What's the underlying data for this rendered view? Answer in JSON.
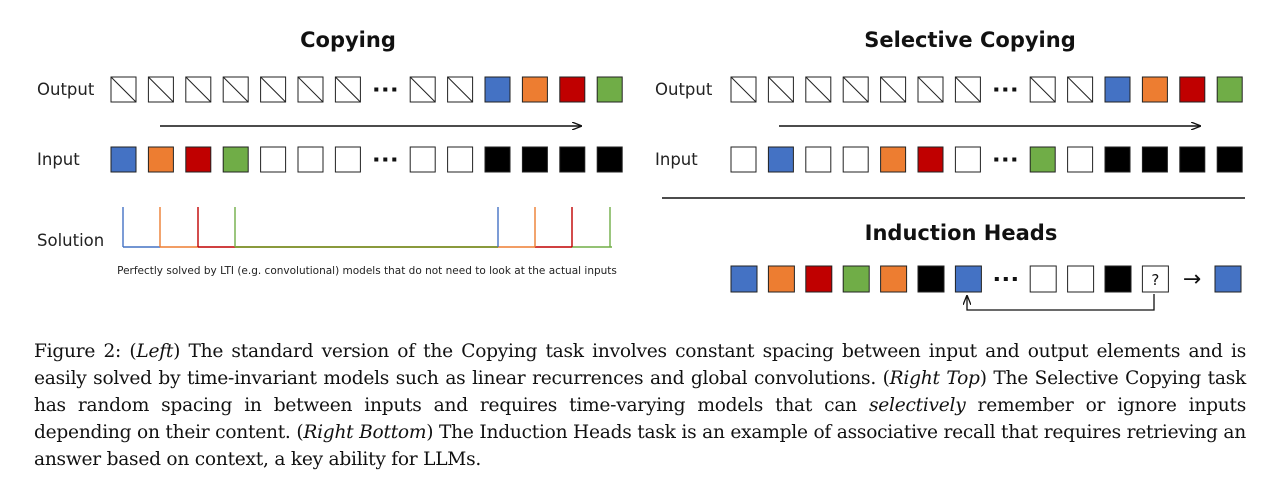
{
  "colors": {
    "blue": "#4472c4",
    "orange": "#ed7d31",
    "red": "#c00000",
    "green": "#70ad47",
    "black": "#000000",
    "white": "#ffffff",
    "stroke": "#222222"
  },
  "left": {
    "title": "Copying",
    "output_label": "Output",
    "input_label": "Input",
    "solution_label": "Solution",
    "output_cells": [
      "hatch",
      "hatch",
      "hatch",
      "hatch",
      "hatch",
      "hatch",
      "hatch",
      "dots",
      "hatch",
      "hatch",
      "blue",
      "orange",
      "red",
      "green"
    ],
    "input_cells": [
      "blue",
      "orange",
      "red",
      "green",
      "white",
      "white",
      "white",
      "dots",
      "white",
      "white",
      "black",
      "black",
      "black",
      "black"
    ],
    "solution_note": "Perfectly solved by LTI (e.g. convolutional) models that do not need to look at the actual inputs",
    "solution_colors": [
      "blue",
      "orange",
      "red",
      "green"
    ]
  },
  "right_top": {
    "title": "Selective Copying",
    "output_label": "Output",
    "input_label": "Input",
    "output_cells": [
      "hatch",
      "hatch",
      "hatch",
      "hatch",
      "hatch",
      "hatch",
      "hatch",
      "dots",
      "hatch",
      "hatch",
      "blue",
      "orange",
      "red",
      "green"
    ],
    "input_cells": [
      "white",
      "blue",
      "white",
      "white",
      "orange",
      "red",
      "white",
      "dots",
      "green",
      "white",
      "black",
      "black",
      "black",
      "black"
    ]
  },
  "right_bottom": {
    "title": "Induction Heads",
    "cells": [
      "blue",
      "orange",
      "red",
      "green",
      "orange",
      "black",
      "blue",
      "dots",
      "white",
      "white",
      "black",
      "query"
    ],
    "query_symbol": "?",
    "arrow_symbol": "→",
    "answer": "blue"
  },
  "caption": {
    "part1": "Figure 2: (",
    "em1": "Left",
    "part2": ") The standard version of the Copying task involves constant spacing between input and output elements and is easily solved by time-invariant models such as linear recurrences and global convolutions. (",
    "em2": "Right Top",
    "part3": ") The Selective Copying task has random spacing in between inputs and requires time-varying models that can ",
    "em3": "selectively",
    "part4": " remember or ignore inputs depending on their content. (",
    "em4": "Right Bottom",
    "part5": ") The Induction Heads task is an example of associative recall that requires retrieving an answer based on context, a key ability for LLMs."
  }
}
